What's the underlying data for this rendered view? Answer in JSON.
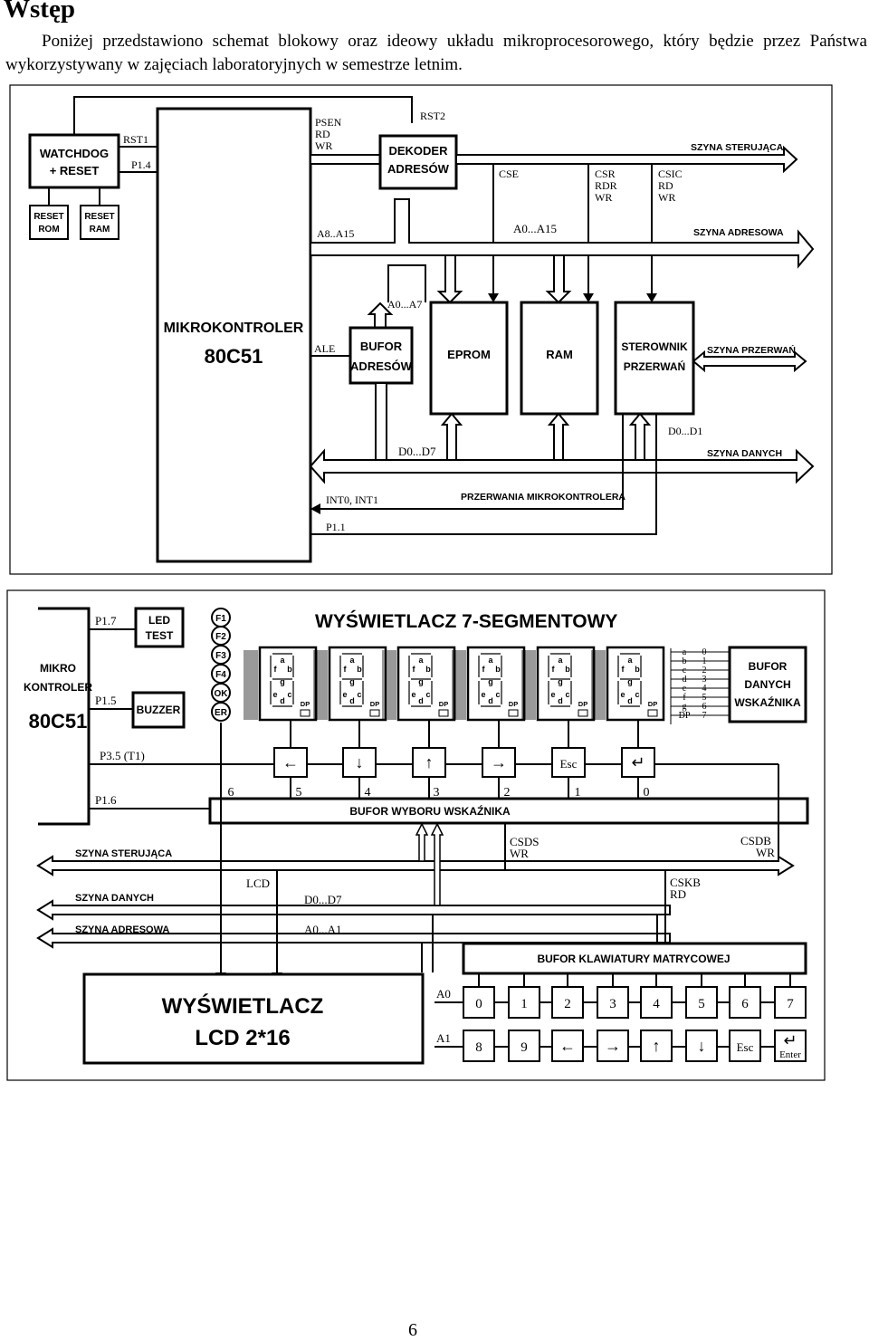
{
  "heading": "Wstęp",
  "intro": "Poniżej przedstawiono schemat blokowy oraz ideowy układu mikroprocesorowego, który będzie przez Państwa wykorzystywany w zajęciach laboratoryjnych w semestrze letnim.",
  "page_number": "6",
  "diagram1": {
    "watchdog": [
      "WATCHDOG",
      "+ RESET"
    ],
    "reset_rom": [
      "RESET",
      "ROM"
    ],
    "reset_ram": [
      "RESET",
      "RAM"
    ],
    "rst1": "RST1",
    "p14": "P1.4",
    "mcu": [
      "MIKROKONTROLER",
      "80C51"
    ],
    "psen": [
      "PSEN",
      "RD",
      "WR"
    ],
    "rst2": "RST2",
    "decoder": [
      "DEKODER",
      "ADRESÓW"
    ],
    "szyna_sterujaca": "SZYNA STERUJĄCA",
    "cse": "CSE",
    "csr": [
      "CSR",
      "RDR",
      "WR"
    ],
    "csic": [
      "CSIC",
      "RD",
      "WR"
    ],
    "a8a15": "A8..A15",
    "a0a15": "A0...A15",
    "szyna_adresowa": "SZYNA ADRESOWA",
    "a0a7": "A0...A7",
    "ale": "ALE",
    "bufor_adresow": [
      "BUFOR",
      "ADRESÓW"
    ],
    "eprom": "EPROM",
    "ram": "RAM",
    "sterownik": [
      "STEROWNIK",
      "PRZERWAŃ"
    ],
    "szyna_przerwan": "SZYNA PRZERWAŃ",
    "d0d1": "D0...D1",
    "d0d7": "D0...D7",
    "szyna_danych": "SZYNA DANYCH",
    "int": "INT0, INT1",
    "przerwania": "PRZERWANIA MIKROKONTROLERA",
    "p11": "P1.1"
  },
  "diagram2": {
    "title": "WYŚWIETLACZ 7-SEGMENTOWY",
    "mcu": [
      "MIKRO",
      "KONTROLER",
      "80C51"
    ],
    "p17": "P1.7",
    "led_test": [
      "LED",
      "TEST"
    ],
    "p15": "P1.5",
    "buzzer": "BUZZER",
    "p35": "P3.5  (T1)",
    "p16": "P1.6",
    "leds": [
      "F1",
      "F2",
      "F3",
      "F4",
      "OK",
      "ER"
    ],
    "seg_letters": {
      "a": "a",
      "b": "b",
      "c": "c",
      "d": "d",
      "e": "e",
      "f": "f",
      "g": "g",
      "dp": "DP"
    },
    "seg_lines": [
      "a",
      "b",
      "c",
      "d",
      "e",
      "f",
      "g",
      "DP"
    ],
    "seg_bits": [
      "0",
      "1",
      "2",
      "3",
      "4",
      "5",
      "6",
      "7"
    ],
    "bufor_danych": [
      "BUFOR",
      "DANYCH",
      "WSKAŹNIKA"
    ],
    "keys_top": [
      "←",
      "↓",
      "↑",
      "→",
      "Esc",
      "↵"
    ],
    "select_bits": [
      "6",
      "5",
      "4",
      "3",
      "2",
      "1",
      "0"
    ],
    "bufor_wyboru": "BUFOR WYBORU WSKAŹNIKA",
    "csds": [
      "CSDS",
      "WR"
    ],
    "csdb": [
      "CSDB",
      "WR"
    ],
    "szyna_sterujaca": "SZYNA STERUJĄCA",
    "szyna_danych": "SZYNA DANYCH",
    "szyna_adresowa": "SZYNA ADRESOWA",
    "lcd_sig": "LCD",
    "d0d7": "D0...D7",
    "a0a1": "A0...A1",
    "cskb": [
      "CSKB",
      "RD"
    ],
    "bufor_klawiatury": "BUFOR KLAWIATURY MATRYCOWEJ",
    "lcd": [
      "WYŚWIETLACZ",
      "LCD  2*16"
    ],
    "a0": "A0",
    "a1": "A1",
    "keys_row1": [
      "0",
      "1",
      "2",
      "3",
      "4",
      "5",
      "6",
      "7"
    ],
    "keys_row2": [
      "8",
      "9",
      "←",
      "→",
      "↑",
      "↓",
      "Esc",
      "↵"
    ],
    "enter": "Enter"
  }
}
